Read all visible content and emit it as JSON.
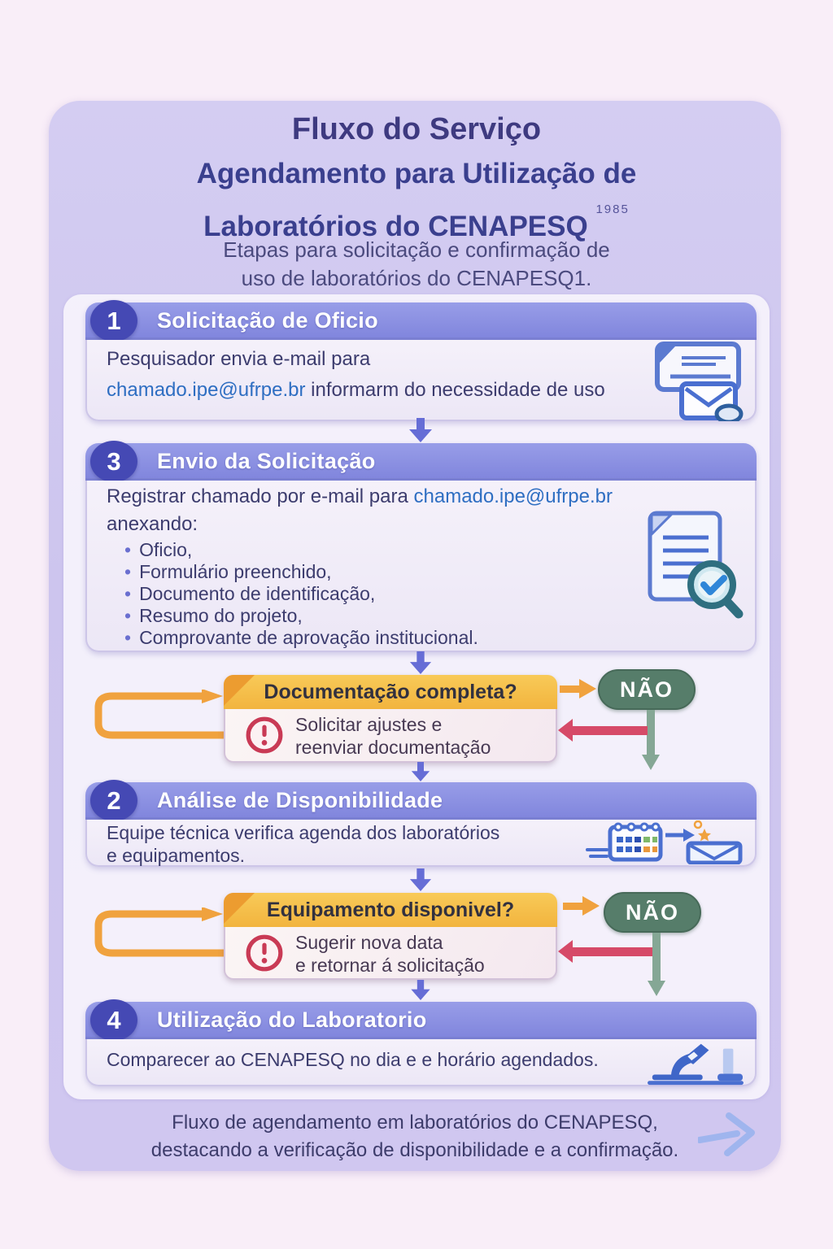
{
  "header": {
    "title": "Fluxo do Serviço",
    "subtitle_line1": "Agendamento para Utilização de",
    "subtitle_line2": "Laboratórios do CENAPESQ",
    "subtitle_sup": "1985",
    "desc_line1": "Etapas para solicitação e confirmação de",
    "desc_line2": "uso de laboratórios do CENAPESQ1."
  },
  "steps": [
    {
      "number": "1",
      "title": "Solicitação de Oficio",
      "line1": "Pesquisador envia e-mail para",
      "link": "chamado.ipe@ufrpe.br",
      "line2_rest": " informarm do necessidade de uso",
      "icon": "document-envelope"
    },
    {
      "number": "3",
      "title": "Envio da Solicitação",
      "line1_pre": "Registrar chamado por e-mail para ",
      "link": "chamado.ipe@ufrpe.br",
      "line2": "anexando:",
      "bullets": [
        "Oficio,",
        "Formulário preenchido,",
        "Documento de identificação,",
        "Resumo do projeto,",
        "Comprovante de aprovação institucional."
      ],
      "icon": "document-check-magnifier"
    },
    {
      "number": "2",
      "title": "Análise de Disponibilidade",
      "line1": "Equipe técnica verifica agenda dos laboratórios",
      "line2": "e equipamentos.",
      "icon": "calendar-mail"
    },
    {
      "number": "4",
      "title": "Utilização do Laboratorio",
      "line1": "Comparecer ao CENAPESQ no dia e e horário agendados.",
      "icon": "microscope"
    }
  ],
  "decisions": [
    {
      "question": "Documentação completa?",
      "no_label": "NÃO",
      "action_line1": "Solicitar ajustes e",
      "action_line2": "reenviar documentação"
    },
    {
      "question": "Equipamento disponivel?",
      "no_label": "NÃO",
      "action_line1": "Sugerir nova data",
      "action_line2": "e retornar á solicitação"
    }
  ],
  "footer": {
    "line1": "Fluxo de agendamento em laboratórios do CENAPESQ,",
    "line2": "destacando a verificação de disponibilidade e a confirmação."
  },
  "colors": {
    "page_bg": "#f9eef8",
    "card_bg": "#cfc7ef",
    "step_header": "#8a8fe2",
    "step_number_badge": "#4549b4",
    "decision_header": "#f6bf4a",
    "no_pill": "#567d6a",
    "arrow_flow": "#666dd6",
    "arrow_loop": "#f0a23e",
    "arrow_reject": "#d64a68",
    "arrow_no": "#85a795",
    "link": "#2e6ec2"
  }
}
